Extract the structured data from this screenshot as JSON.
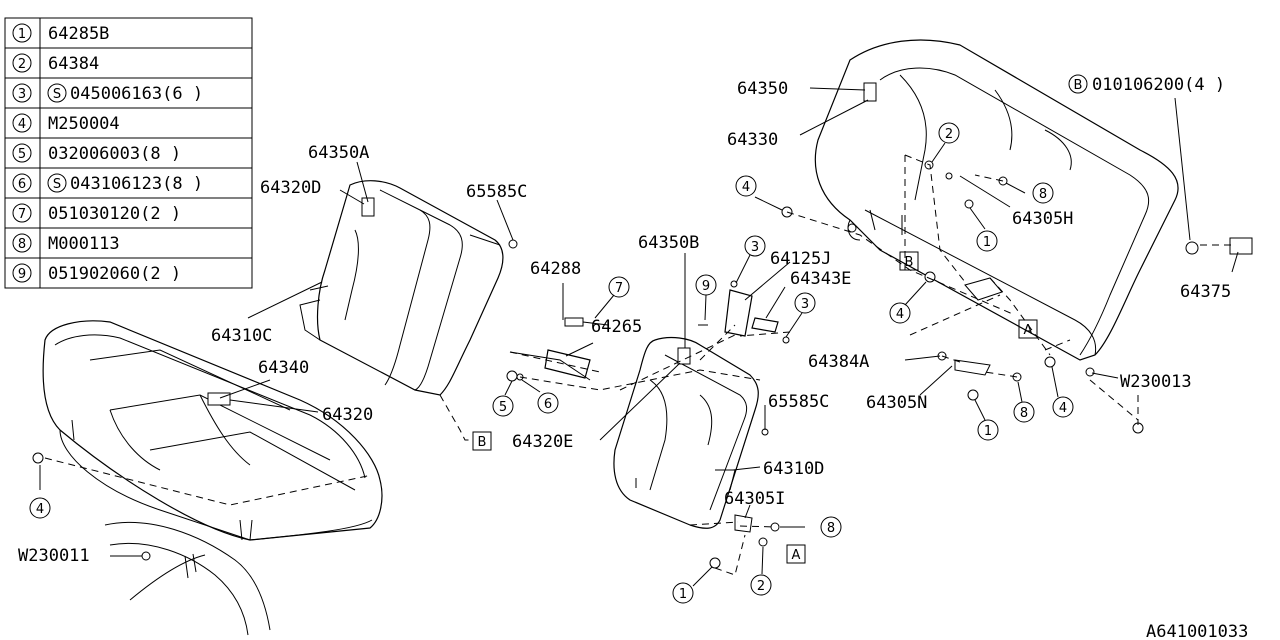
{
  "legend": [
    {
      "num": "1",
      "symbol": "",
      "code": "64285B"
    },
    {
      "num": "2",
      "symbol": "",
      "code": "64384"
    },
    {
      "num": "3",
      "symbol": "S",
      "code": "045006163(6 )"
    },
    {
      "num": "4",
      "symbol": "",
      "code": "M250004"
    },
    {
      "num": "5",
      "symbol": "",
      "code": "032006003(8 )"
    },
    {
      "num": "6",
      "symbol": "S",
      "code": "043106123(8 )"
    },
    {
      "num": "7",
      "symbol": "",
      "code": "051030120(2 )"
    },
    {
      "num": "8",
      "symbol": "",
      "code": "M000113"
    },
    {
      "num": "9",
      "symbol": "",
      "code": "051902060(2 )"
    }
  ],
  "labels": {
    "p64350": "64350",
    "p64330": "64330",
    "p010106200_sym": "B",
    "p010106200": "010106200(4 )",
    "p64305H": "64305H",
    "p64375": "64375",
    "p64350A": "64350A",
    "p64320D": "64320D",
    "p65585C_top": "65585C",
    "p64310C": "64310C",
    "p64340": "64340",
    "p64320": "64320",
    "p64288": "64288",
    "p64265": "64265",
    "p64350B": "64350B",
    "p64125J": "64125J",
    "p64343E": "64343E",
    "p64384A": "64384A",
    "p64305N": "64305N",
    "pW230013": "W230013",
    "p65585C_mid": "65585C",
    "p64320E": "64320E",
    "p64310D": "64310D",
    "p64305I": "64305I",
    "pW230011": "W230011",
    "figure_code": "A641001033"
  },
  "box_markers": {
    "a": "A",
    "b": "B"
  },
  "callout_numbers": {
    "n1": "1",
    "n2": "2",
    "n3": "3",
    "n4": "4",
    "n5": "5",
    "n6": "6",
    "n7": "7",
    "n8": "8",
    "n9": "9"
  }
}
